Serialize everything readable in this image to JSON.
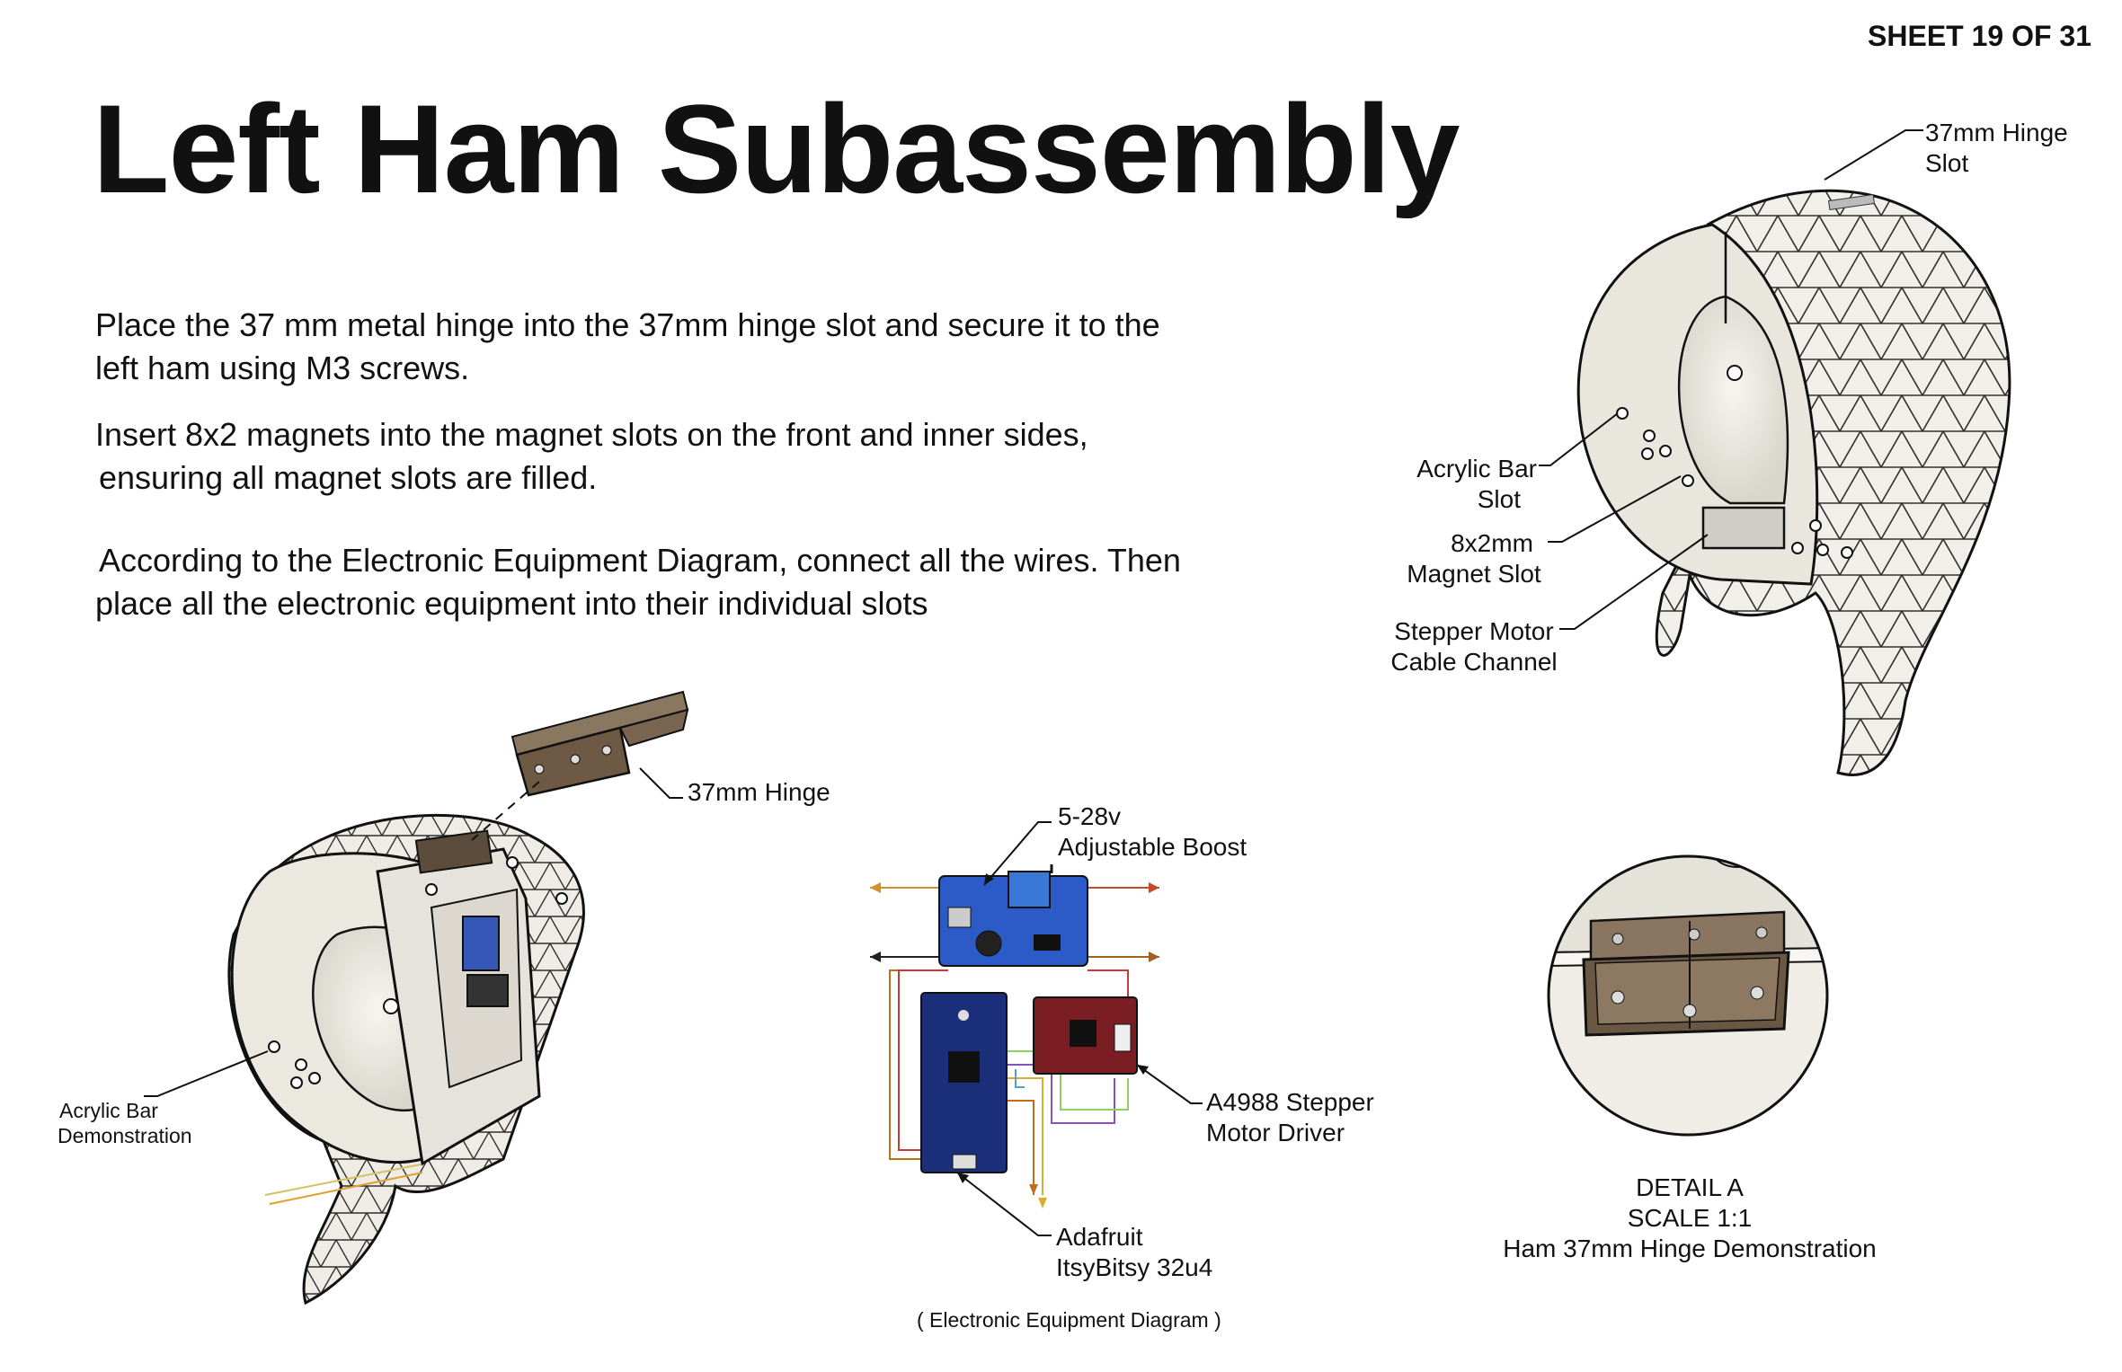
{
  "sheet": "SHEET 19 OF 31",
  "title": "Left Ham Subassembly",
  "instructions": {
    "p1_line1": "Place the 37 mm metal hinge into the 37mm hinge slot and secure it to the",
    "p1_line2": "left ham using M3 screws.",
    "p2_line1": "Insert 8x2 magnets into the magnet slots on the front and inner sides,",
    "p2_line2": "ensuring all magnet slots are filled.",
    "p3_line1": "According to the Electronic Equipment Diagram, connect all the wires. Then",
    "p3_line2": "place all the electronic equipment into their individual slots"
  },
  "top_right_view": {
    "hinge_slot_line1": "37mm Hinge",
    "hinge_slot_line2": "Slot",
    "acrylic_slot_line1": "Acrylic Bar",
    "acrylic_slot_line2": "Slot",
    "magnet_slot_line1": "8x2mm",
    "magnet_slot_line2": "Magnet Slot",
    "cable_line1": "Stepper Motor",
    "cable_line2": "Cable Channel"
  },
  "bottom_left_view": {
    "hinge_label": "37mm Hinge",
    "acrylic_line1": "Acrylic Bar",
    "acrylic_line2": "Demonstration"
  },
  "electronics": {
    "boost_line1": "5-28v",
    "boost_line2": "Adjustable Boost",
    "driver_line1": "A4988 Stepper",
    "driver_line2": "Motor Driver",
    "mcu_line1": "Adafruit",
    "mcu_line2": "ItsyBitsy 32u4",
    "caption": "( Electronic Equipment Diagram )"
  },
  "detail": {
    "line1": "DETAIL A",
    "line2": "SCALE 1:1",
    "line3": "Ham 37mm Hinge Demonstration"
  }
}
